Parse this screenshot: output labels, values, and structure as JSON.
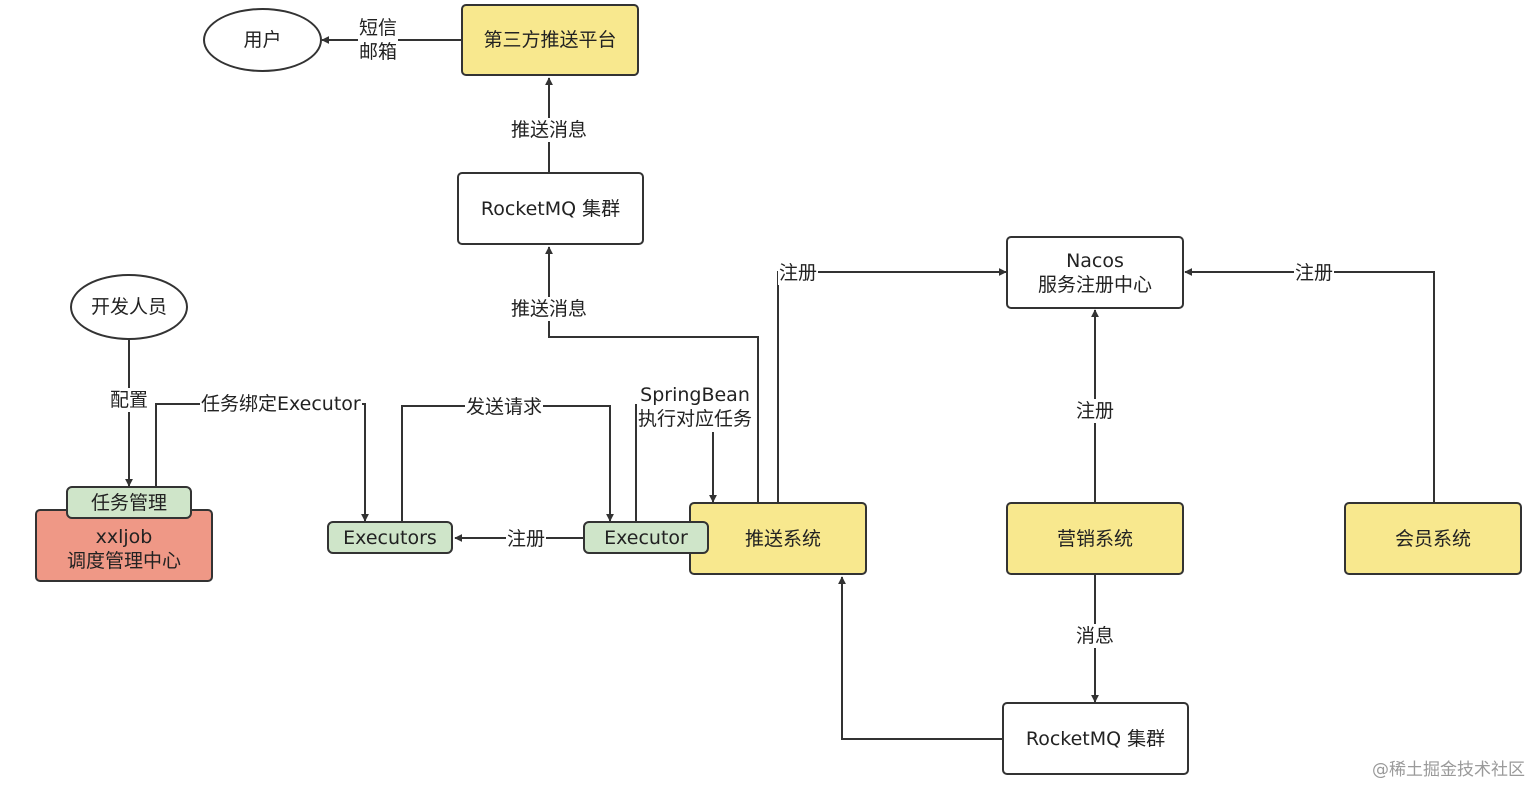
{
  "nodes": {
    "user": "用户",
    "third_party": "第三方推送平台",
    "rocketmq_top": "RocketMQ 集群",
    "developer": "开发人员",
    "task_mgmt": "任务管理",
    "xxljob_line1": "xxljob",
    "xxljob_line2": "调度管理中心",
    "executors": "Executors",
    "executor": "Executor",
    "push_system": "推送系统",
    "nacos_line1": "Nacos",
    "nacos_line2": "服务注册中心",
    "marketing_system": "营销系统",
    "member_system": "会员系统",
    "rocketmq_bottom": "RocketMQ 集群"
  },
  "edge_labels": {
    "sms_line1": "短信",
    "sms_line2": "邮箱",
    "push_msg_upper": "推送消息",
    "push_msg_lower": "推送消息",
    "config": "配置",
    "bind_executor": "任务绑定Executor",
    "send_request": "发送请求",
    "springbean_line1": "SpringBean",
    "springbean_line2": "执行对应任务",
    "register_executor": "注册",
    "register_push": "注册",
    "register_member": "注册",
    "register_marketing": "注册",
    "message": "消息"
  },
  "watermark": "@稀土掘金技术社区",
  "colors": {
    "yellow_box": "#f8e88e",
    "green_box": "#cfe5c9",
    "red_box": "#ef9886",
    "line": "#333333"
  }
}
